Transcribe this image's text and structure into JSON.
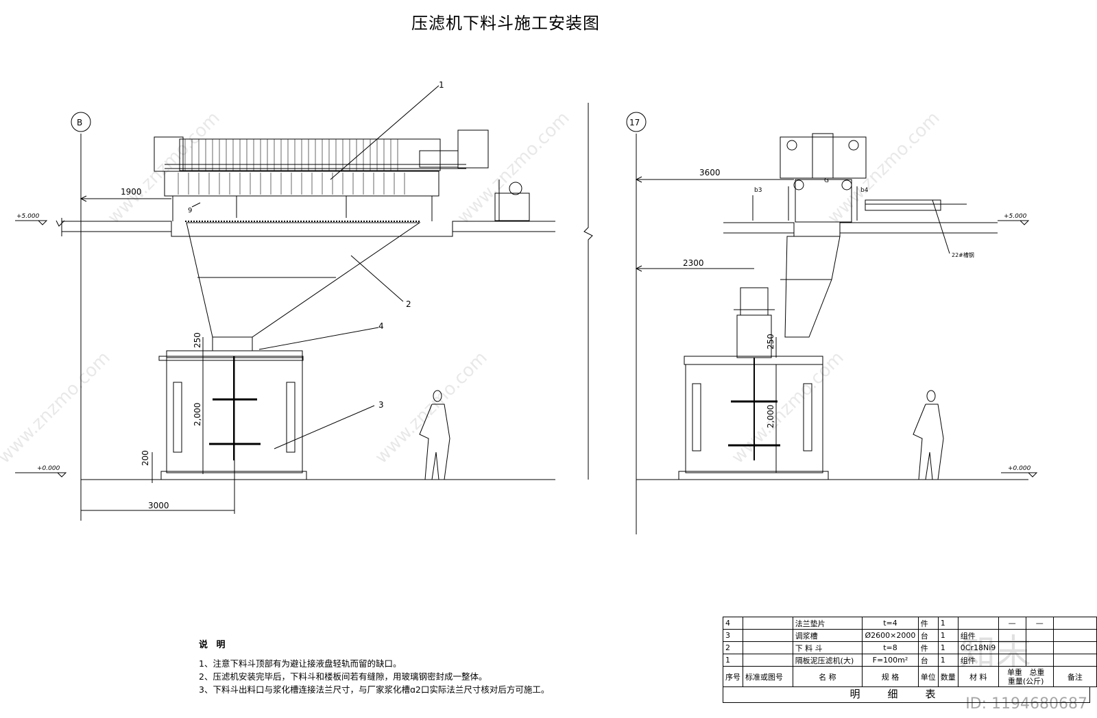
{
  "title": "压滤机下料斗施工安装图",
  "left_view": {
    "axis_label": "B",
    "dims": {
      "d1900": "1900",
      "d3000": "3000",
      "d250": "250",
      "d2000": "2,000",
      "d200": "200"
    },
    "elev_top": "+5.000",
    "elev_ground": "+0.000",
    "callouts": [
      "1",
      "2",
      "3",
      "4",
      "9"
    ]
  },
  "right_view": {
    "axis_label": "17",
    "dims": {
      "d3600": "3600",
      "d2300": "2300",
      "d250": "250",
      "d2000": "2,000"
    },
    "labels": {
      "b3": "b3",
      "b4": "b4",
      "g": "G",
      "beam": "22#槽钢"
    },
    "elev_top": "+5.000",
    "elev_ground": "+0.000"
  },
  "notes": {
    "heading": "说 明",
    "items": [
      "1、注意下料斗顶部有为避让接液盘轻轨而留的缺口。",
      "2、压滤机安装完毕后，下料斗和楼板间若有缝隙，用玻璃钢密封成一整体。",
      "3、下料斗出料口与浆化槽连接法兰尺寸，与厂家浆化槽ɑ2口实际法兰尺寸核对后方可施工。"
    ]
  },
  "bom": {
    "rows": [
      {
        "no": "4",
        "code": "",
        "name": "法兰垫片",
        "spec": "t=4",
        "unit": "件",
        "qty": "1",
        "material": "",
        "weight": "—",
        "total": "—",
        "remark": ""
      },
      {
        "no": "3",
        "code": "",
        "name": "调浆槽",
        "spec": "Ø2600×2000",
        "unit": "台",
        "qty": "1",
        "material": "组件",
        "weight": "",
        "total": "",
        "remark": ""
      },
      {
        "no": "2",
        "code": "",
        "name": "下 料 斗",
        "spec": "t=8",
        "unit": "件",
        "qty": "1",
        "material": "0Cr18Ni9",
        "weight": "",
        "total": "",
        "remark": ""
      },
      {
        "no": "1",
        "code": "",
        "name": "隔板泥压滤机(大)",
        "spec": "F=100m²",
        "unit": "台",
        "qty": "1",
        "material": "组件",
        "weight": "",
        "total": "",
        "remark": ""
      }
    ],
    "header": {
      "no": "序号",
      "code": "标准或图号",
      "name": "名 称",
      "spec": "规 格",
      "unit": "单位",
      "qty": "数量",
      "material": "材 料",
      "weight": "单重",
      "total": "总重",
      "weight_unit": "重量(公斤)",
      "remark": "备注"
    },
    "footer": "明细表"
  },
  "watermark": {
    "site": "www.znzmo.com",
    "brand": "知末",
    "id": "ID: 1194680687"
  }
}
